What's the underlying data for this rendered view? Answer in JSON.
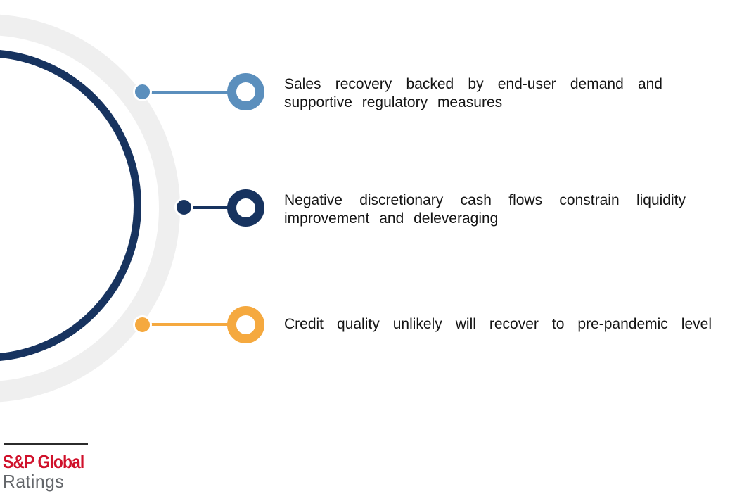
{
  "decor": {
    "track_color": "#EFEFEF",
    "arc_color": "#17335F"
  },
  "text_color": "#141414",
  "entries": [
    {
      "color": "#5B8FBD",
      "lines": [
        "Sales recovery backed by end-user demand and",
        "supportive regulatory measures"
      ]
    },
    {
      "color": "#17335F",
      "lines": [
        "Negative discretionary cash flows constrain liquidity",
        "improvement and deleveraging"
      ]
    },
    {
      "color": "#F5A93F",
      "lines": [
        "Credit quality unlikely will recover to pre-pandemic level"
      ]
    }
  ],
  "logo": {
    "brand": "S&P Global",
    "division": "Ratings",
    "brand_color": "#D0112B",
    "division_color": "#63666A",
    "bar_color": "#2B2B2B"
  }
}
